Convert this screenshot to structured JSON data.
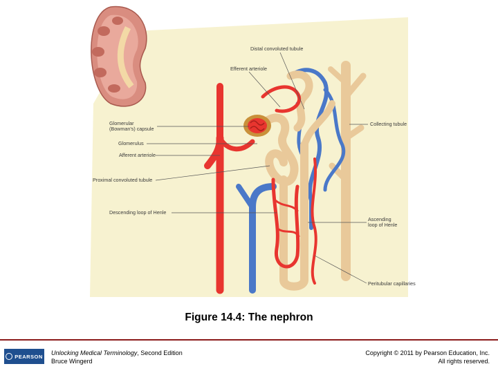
{
  "diagram": {
    "labels": {
      "distal_convoluted_tubule": "Distal convoluted tubule",
      "efferent_arteriole": "Efferent arteriole",
      "glomerular_capsule_line1": "Glomerular",
      "glomerular_capsule_line2": "(Bowman's) capsule",
      "glomerulus": "Glomerulus",
      "afferent_arteriole": "Afferent arteriole",
      "proximal_convoluted_tubule": "Proximal convoluted tubule",
      "descending_loop": "Descending loop of Henle",
      "collecting_tubule": "Collecting tubule",
      "ascending_loop_line1": "Ascending",
      "ascending_loop_line2": "loop of Henle",
      "peritubular_capillaries": "Peritubular capillaries"
    },
    "colors": {
      "artery": "#e8352f",
      "vein": "#4a78c8",
      "tubule": "#e9c99a",
      "kidney_cortex": "#d98d80",
      "highlight_cone": "#f6f0c8"
    }
  },
  "caption": "Figure 14.4: The nephron",
  "footer": {
    "publisher_logo": "PEARSON",
    "book_title": "Unlocking Medical Terminology",
    "edition": ", Second Edition",
    "author": "Bruce Wingerd",
    "copyright": "Copyright © 2011 by Pearson Education, Inc.",
    "rights": "All rights reserved."
  }
}
